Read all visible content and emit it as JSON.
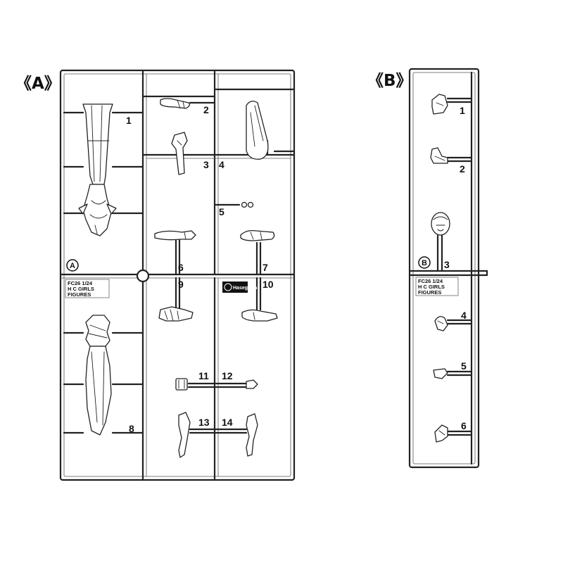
{
  "frames": {
    "a": {
      "title": "《A》",
      "badge": "A",
      "stamp_lines": [
        "FC26 1/24",
        "H C GIRLS",
        "FIGURES"
      ],
      "logo_text": "Hasegawa",
      "part_numbers": [
        "1",
        "2",
        "3",
        "4",
        "5",
        "6",
        "7",
        "8",
        "9",
        "10",
        "11",
        "12",
        "13",
        "14"
      ]
    },
    "b": {
      "title": "《B》",
      "badge": "B",
      "stamp_lines": [
        "FC26 1/24",
        "H C GIRLS",
        "FIGURES"
      ],
      "part_numbers": [
        "1",
        "2",
        "3",
        "4",
        "5",
        "6"
      ]
    }
  }
}
